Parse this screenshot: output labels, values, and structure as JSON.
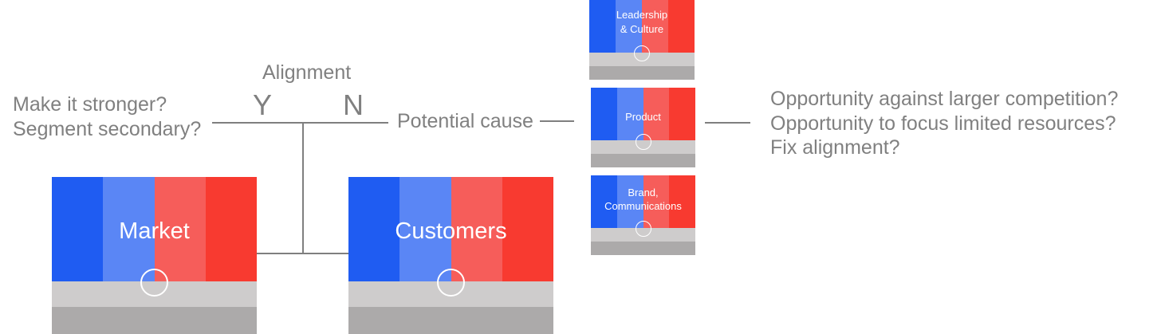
{
  "alignment": {
    "title": "Alignment",
    "yes": "Y",
    "no": "N"
  },
  "left_questions": [
    "Make it stronger?",
    "Segment secondary?"
  ],
  "potential_cause": "Potential cause",
  "right_questions": [
    "Opportunity against larger competition?",
    "Opportunity to focus limited resources?",
    "Fix alignment?"
  ],
  "cards": {
    "market": "Market",
    "customers": "Customers",
    "leadership_line1": "Leadership",
    "leadership_line2": "& Culture",
    "product": "Product",
    "brand_line1": "Brand,",
    "brand_line2": "Communications"
  },
  "colors": {
    "blue_dark": "#1f5cf2",
    "blue_light": "#5a86f5",
    "red_light": "#f65d5a",
    "red_dark": "#f83a30",
    "grey_light": "#cecccc",
    "grey_dark": "#acaaaa",
    "text_grey": "#808080"
  }
}
